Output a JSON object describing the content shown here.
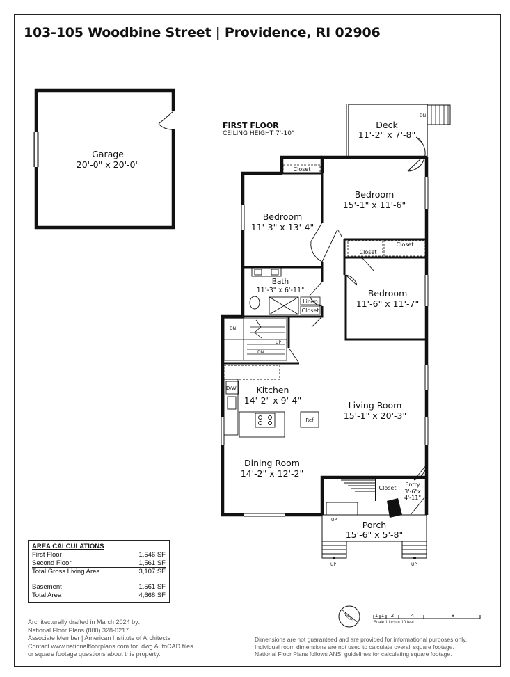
{
  "title": "103-105 Woodbine Street | Providence, RI 02906",
  "floor": {
    "name": "FIRST FLOOR",
    "ceiling": "CEILING HEIGHT 7'-10\""
  },
  "rooms": {
    "garage": {
      "name": "Garage",
      "dims": "20'-0\" x 20'-0\""
    },
    "deck": {
      "name": "Deck",
      "dims": "11'-2\" x 7'-8\""
    },
    "bedroom1": {
      "name": "Bedroom",
      "dims": "15'-1\" x 11'-6\""
    },
    "bedroom2": {
      "name": "Bedroom",
      "dims": "11'-3\" x 13'-4\""
    },
    "bedroom3": {
      "name": "Bedroom",
      "dims": "11'-6\" x 11'-7\""
    },
    "bath": {
      "name": "Bath",
      "dims": "11'-3\" x 6'-11\""
    },
    "kitchen": {
      "name": "Kitchen",
      "dims": "14'-2\" x 9'-4\""
    },
    "living": {
      "name": "Living Room",
      "dims": "15'-1\" x 20'-3\""
    },
    "dining": {
      "name": "Dining Room",
      "dims": "14'-2\" x 12'-2\""
    },
    "porch": {
      "name": "Porch",
      "dims": "15'-6\" x 5'-8\""
    },
    "entry": {
      "name": "Entry",
      "dims_line1": "3'-6\"x",
      "dims_line2": "4'-11\""
    }
  },
  "fixtures": {
    "closet": "Closet",
    "linen": "Linen",
    "dw": "D/W",
    "ref": "Ref",
    "up": "UP",
    "dn": "DN",
    "north": "North"
  },
  "area_calculations": {
    "header": "AREA CALCULATIONS",
    "rows": [
      {
        "label": "First Floor",
        "value": "1,546 SF"
      },
      {
        "label": "Second Floor",
        "value": "1,561 SF"
      },
      {
        "label": "Total Gross Living Area",
        "value": "3,107 SF"
      },
      {
        "label": "Basement",
        "value": "1,561 SF"
      },
      {
        "label": "Total Area",
        "value": "4,668 SF"
      }
    ]
  },
  "credits": [
    "Architecturally drafted in March 2024 by:",
    "National Floor Plans   (800) 328-0217",
    "Associate Member | American Institute of Architects",
    "Contact www.nationalfloorplans.com for .dwg AutoCAD files",
    "or square footage questions about this property."
  ],
  "disclaimer": [
    "Dimensions are not guaranteed and are provided for informational purposes only.",
    "Individual room dimensions are not used to calculate overall square footage.",
    "National Floor Plans follows ANSI guidelines for calculating square footage."
  ],
  "scale": {
    "ticks": [
      "1",
      "1",
      "2",
      "4",
      "8"
    ],
    "text": "Scale 1 inch = 10 feet"
  }
}
